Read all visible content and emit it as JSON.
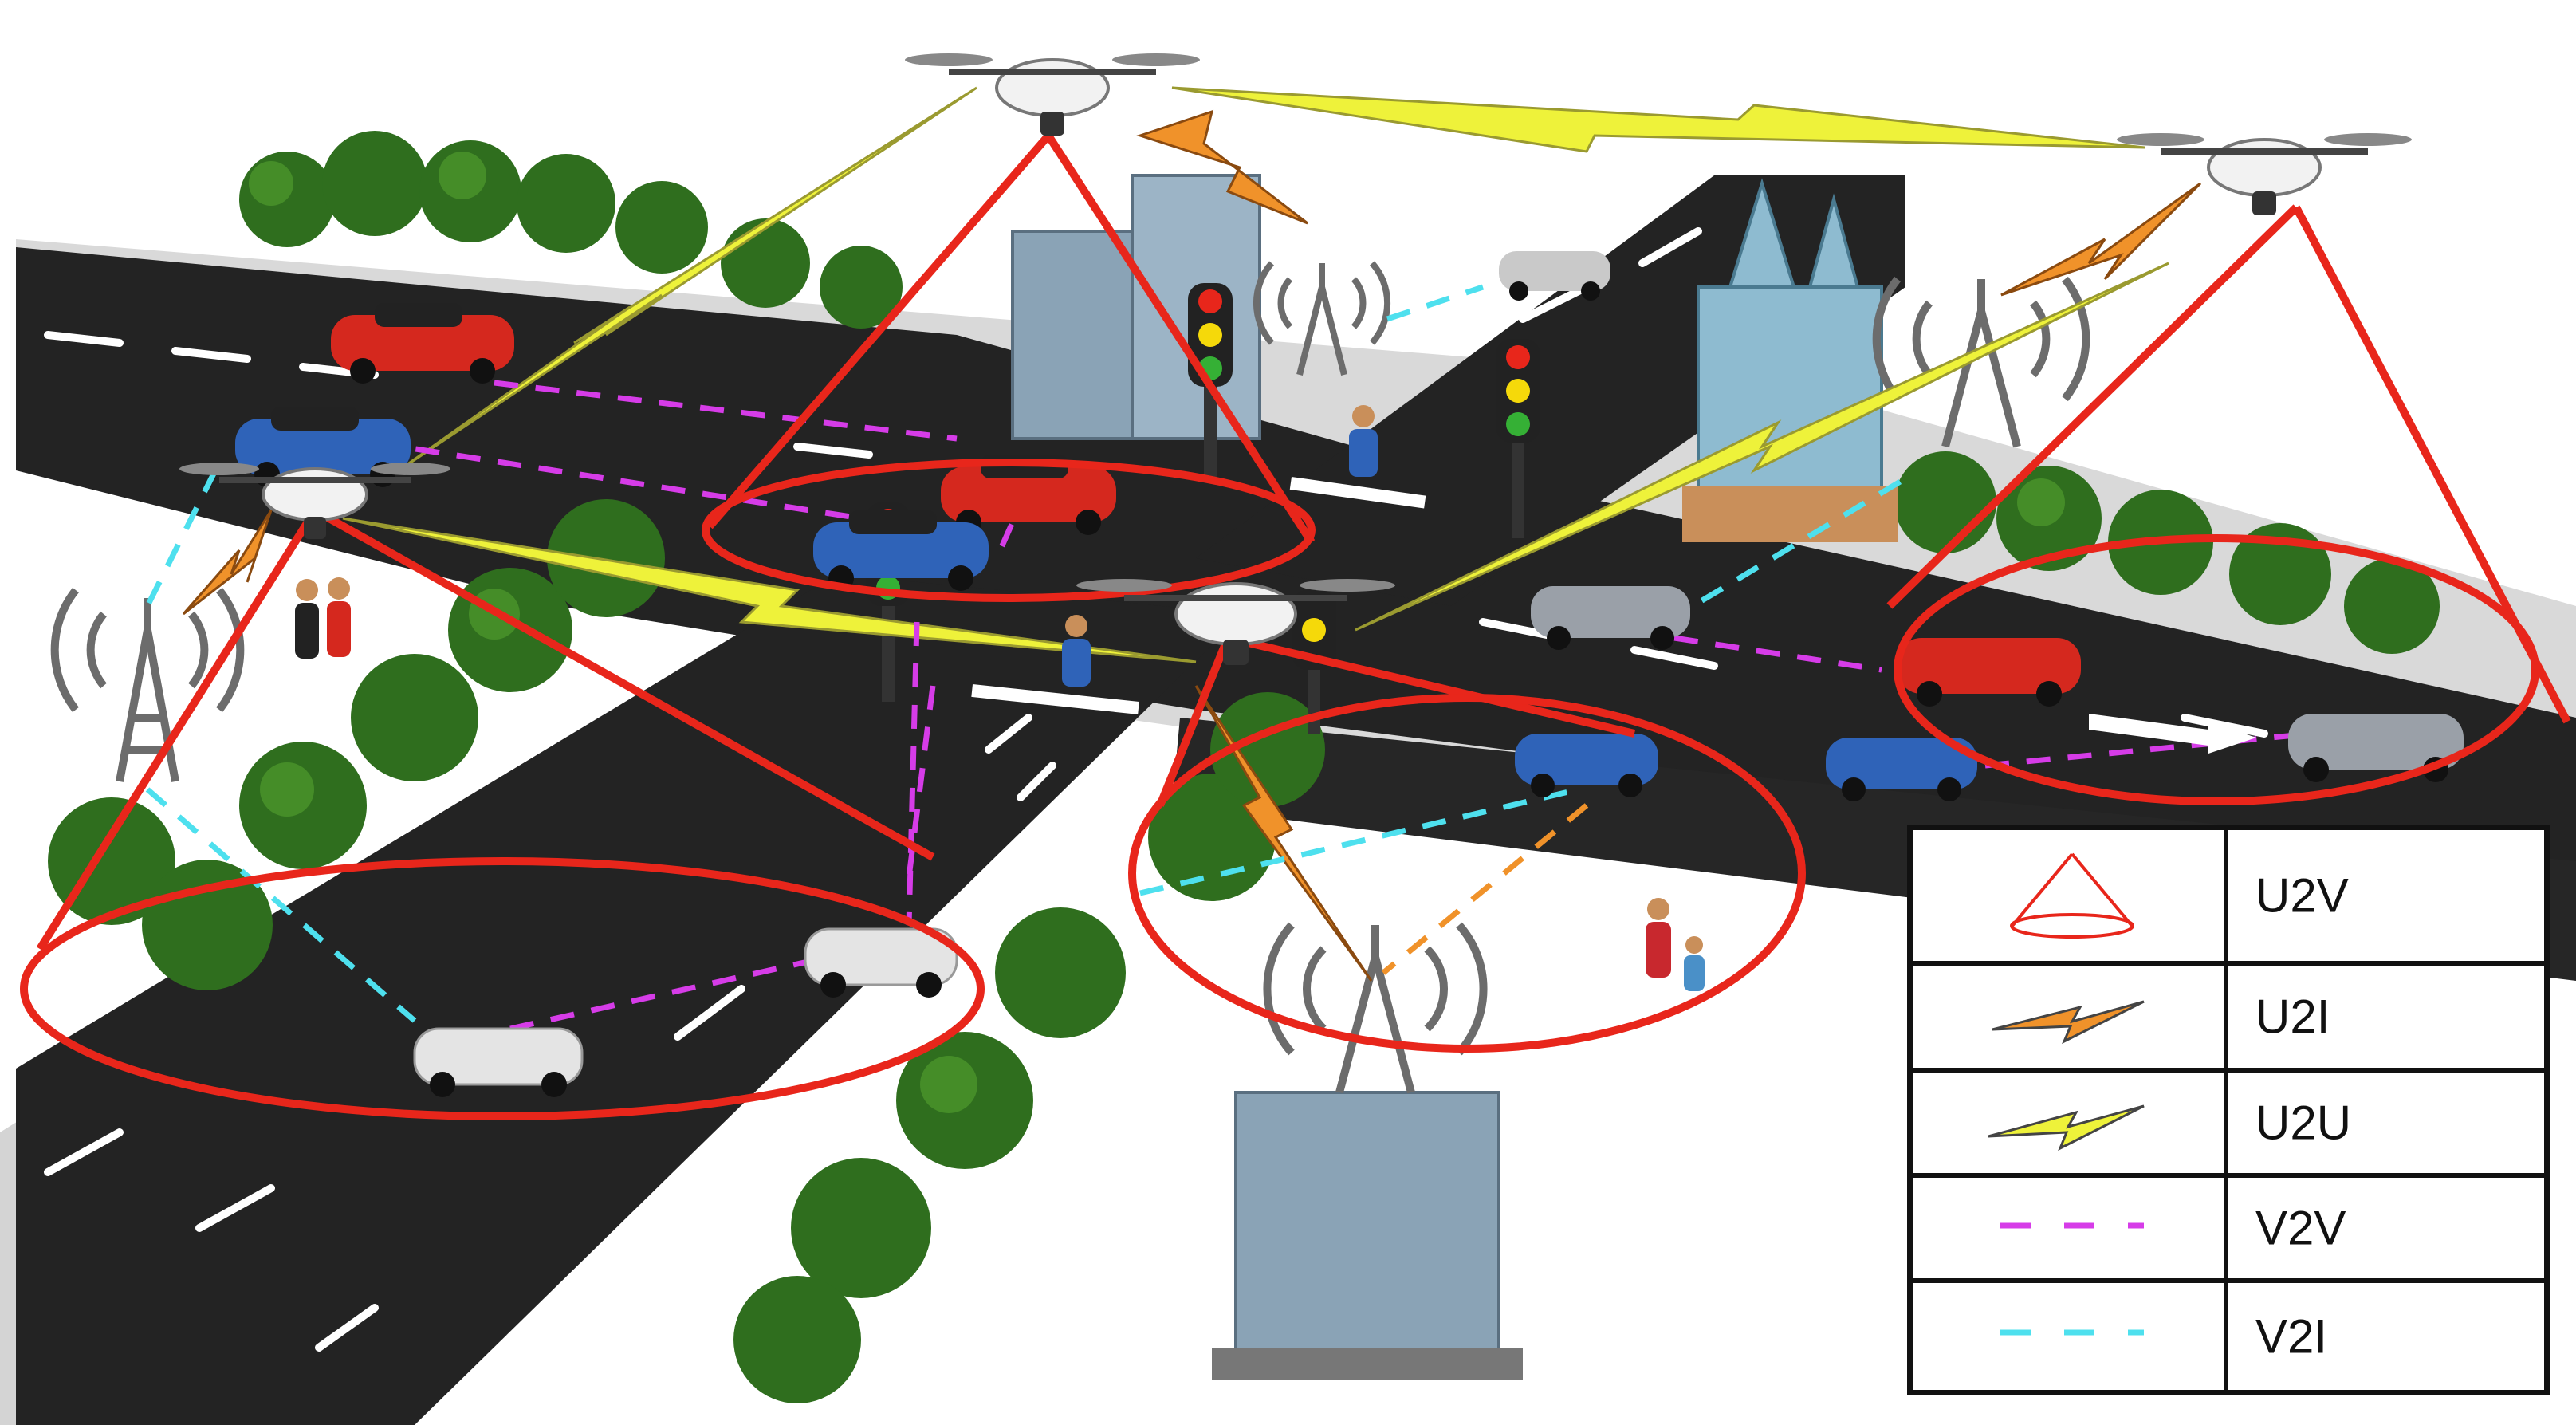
{
  "colors": {
    "road": "#232323",
    "lane": "#ffffff",
    "cone": "#e8261b",
    "u2i": "#f0922a",
    "u2u": "#eef23a",
    "v2v": "#d63ce8",
    "v2i": "#4ee0ee",
    "tree": "#2f6e1e",
    "building": "#8aa3b6"
  },
  "legend": {
    "items": [
      {
        "label": "U2V",
        "symbol": "cone-icon"
      },
      {
        "label": "U2I",
        "symbol": "orange-bolt-icon"
      },
      {
        "label": "U2U",
        "symbol": "yellow-bolt-icon"
      },
      {
        "label": "V2V",
        "symbol": "magenta-dash-icon"
      },
      {
        "label": "V2I",
        "symbol": "cyan-dash-icon"
      }
    ]
  }
}
